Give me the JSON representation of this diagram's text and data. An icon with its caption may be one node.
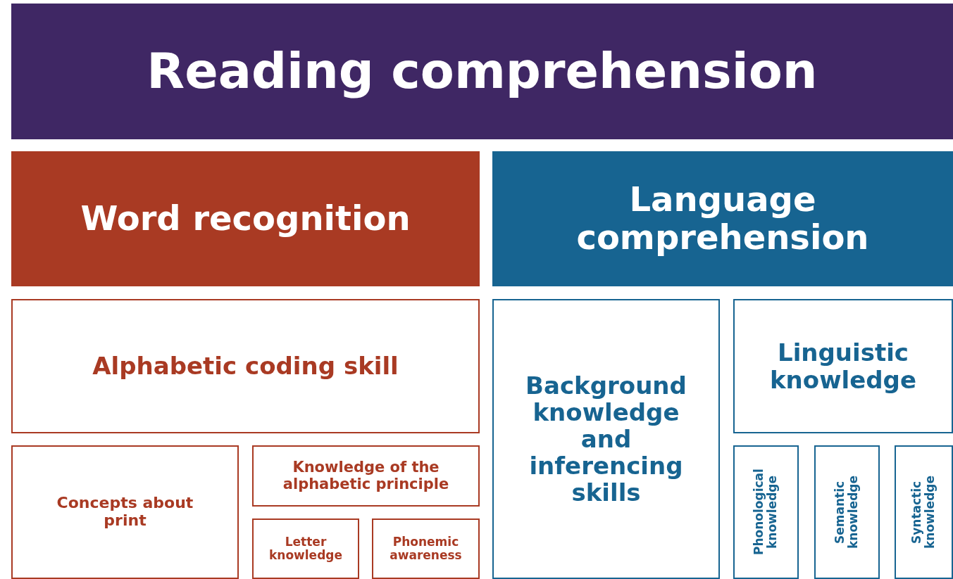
{
  "diagram": {
    "nodes": [
      {
        "text": [
          "Reading comprehension"
        ]
      },
      {
        "text": [
          "Word recognition"
        ]
      },
      {
        "text": [
          "Language comprehension"
        ]
      },
      {
        "text": [
          "Alphabetic coding skill"
        ]
      },
      {
        "text": [
          "Concepts about print"
        ]
      },
      {
        "text": [
          "Knowledge of the alphabetic principle"
        ]
      },
      {
        "text": [
          "Letter knowledge"
        ]
      },
      {
        "text": [
          "Phonemic awareness"
        ]
      },
      {
        "text": [
          "Background knowledge and inferencing skills"
        ]
      },
      {
        "text": [
          "Linguistic knowledge"
        ]
      },
      {
        "text": [
          "Phonological knowledge"
        ]
      },
      {
        "text": [
          "Semantic knowledge"
        ]
      },
      {
        "text": [
          "Syntactic knowledge"
        ]
      }
    ]
  }
}
